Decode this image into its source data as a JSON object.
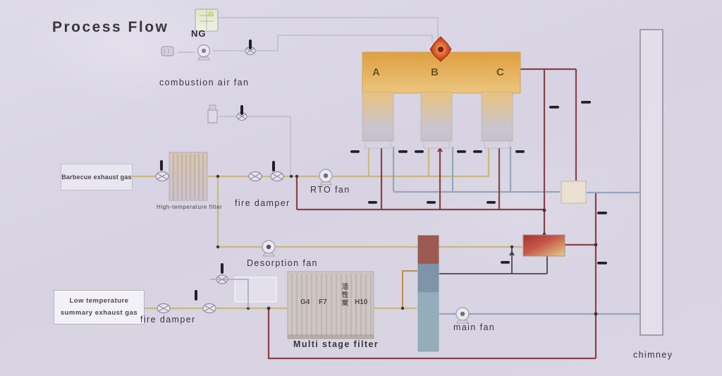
{
  "title": "Process Flow",
  "colors": {
    "background": "#d8d4e3",
    "duct_dirty_tan": "#c9b87e",
    "duct_clean_blue": "#92a7bc",
    "duct_hot_red": "#8d4046",
    "duct_dark": "#4b4552",
    "duct_air_gray": "#c2bfce",
    "rto_orange": "#df9f40",
    "valve_dark": "#221e2a"
  },
  "nodes": {
    "ng": {
      "label": "NG"
    },
    "combustion_air_fan": {
      "label": "combustion air fan"
    },
    "barbecue_source": {
      "label": "Barbecue exhaust gas"
    },
    "high_temp_filter": {
      "label": "High-temperature filter"
    },
    "fire_damper_upper": {
      "label": "fire damper"
    },
    "rto_fan": {
      "label": "RTO fan"
    },
    "rto": {
      "chambers": [
        "A",
        "B",
        "C"
      ]
    },
    "desorption_fan": {
      "label": "Desorption fan"
    },
    "low_temp_source": {
      "label_line1": "Low temperature",
      "label_line2": "summary exhaust gas"
    },
    "fire_damper_lower": {
      "label": "fire damper"
    },
    "multi_stage_filter": {
      "label": "Multi stage filter",
      "stages": [
        "G4",
        "F7",
        "活性炭",
        "H10"
      ]
    },
    "main_fan": {
      "label": "main fan"
    },
    "chimney": {
      "label": "chimney"
    }
  }
}
